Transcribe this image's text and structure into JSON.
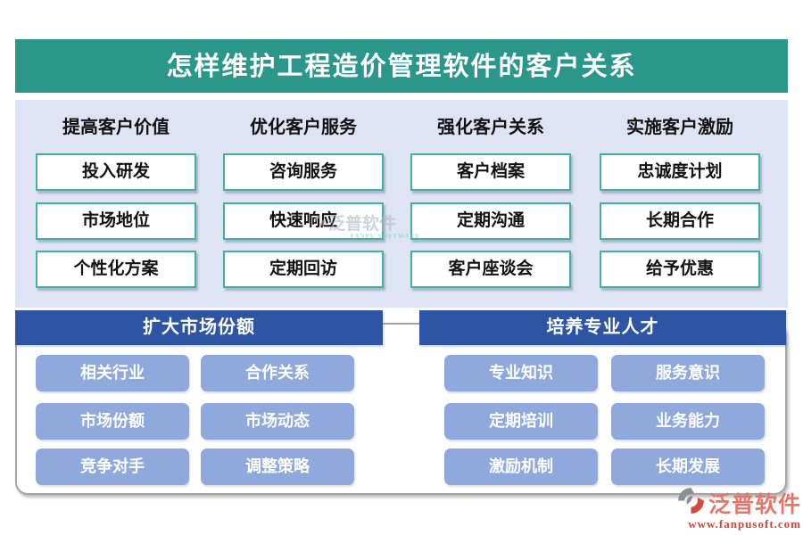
{
  "title": "怎样维护工程造价管理软件的客户关系",
  "colors": {
    "title_bar_bg": "#2B968A",
    "panel_bg": "#DFE4F4",
    "node_border": "#41B2A2",
    "group_header_bg": "#2D55A3",
    "button_bg": "#8FA9DC",
    "container_border": "#A4A4A4",
    "logo_text_color": "#E4776C",
    "logo_url_color": "#C8483C"
  },
  "panel": {
    "columns": [
      {
        "header": "提高客户价值",
        "items": [
          "投入研发",
          "市场地位",
          "个性化方案"
        ]
      },
      {
        "header": "优化客户服务",
        "items": [
          "咨询服务",
          "快速响应",
          "定期回访"
        ]
      },
      {
        "header": "强化客户关系",
        "items": [
          "客户档案",
          "定期沟通",
          "客户座谈会"
        ]
      },
      {
        "header": "实施客户激励",
        "items": [
          "忠诚度计划",
          "长期合作",
          "给予优惠"
        ]
      }
    ]
  },
  "groups": [
    {
      "header": "扩大市场份额",
      "buttons": [
        "相关行业",
        "合作关系",
        "市场份额",
        "市场动态",
        "竞争对手",
        "调整策略"
      ]
    },
    {
      "header": "培养专业人才",
      "buttons": [
        "专业知识",
        "服务意识",
        "定期培训",
        "业务能力",
        "激励机制",
        "长期发展"
      ]
    }
  ],
  "watermark": {
    "text": "泛普软件",
    "subtext": "FANPU SOFTWARE",
    "icon": "fanpu-swirl-icon"
  },
  "logo": {
    "text": "泛普软件",
    "url": "www.fanpusoft.com",
    "icon": "fanpu-swirl-icon"
  }
}
